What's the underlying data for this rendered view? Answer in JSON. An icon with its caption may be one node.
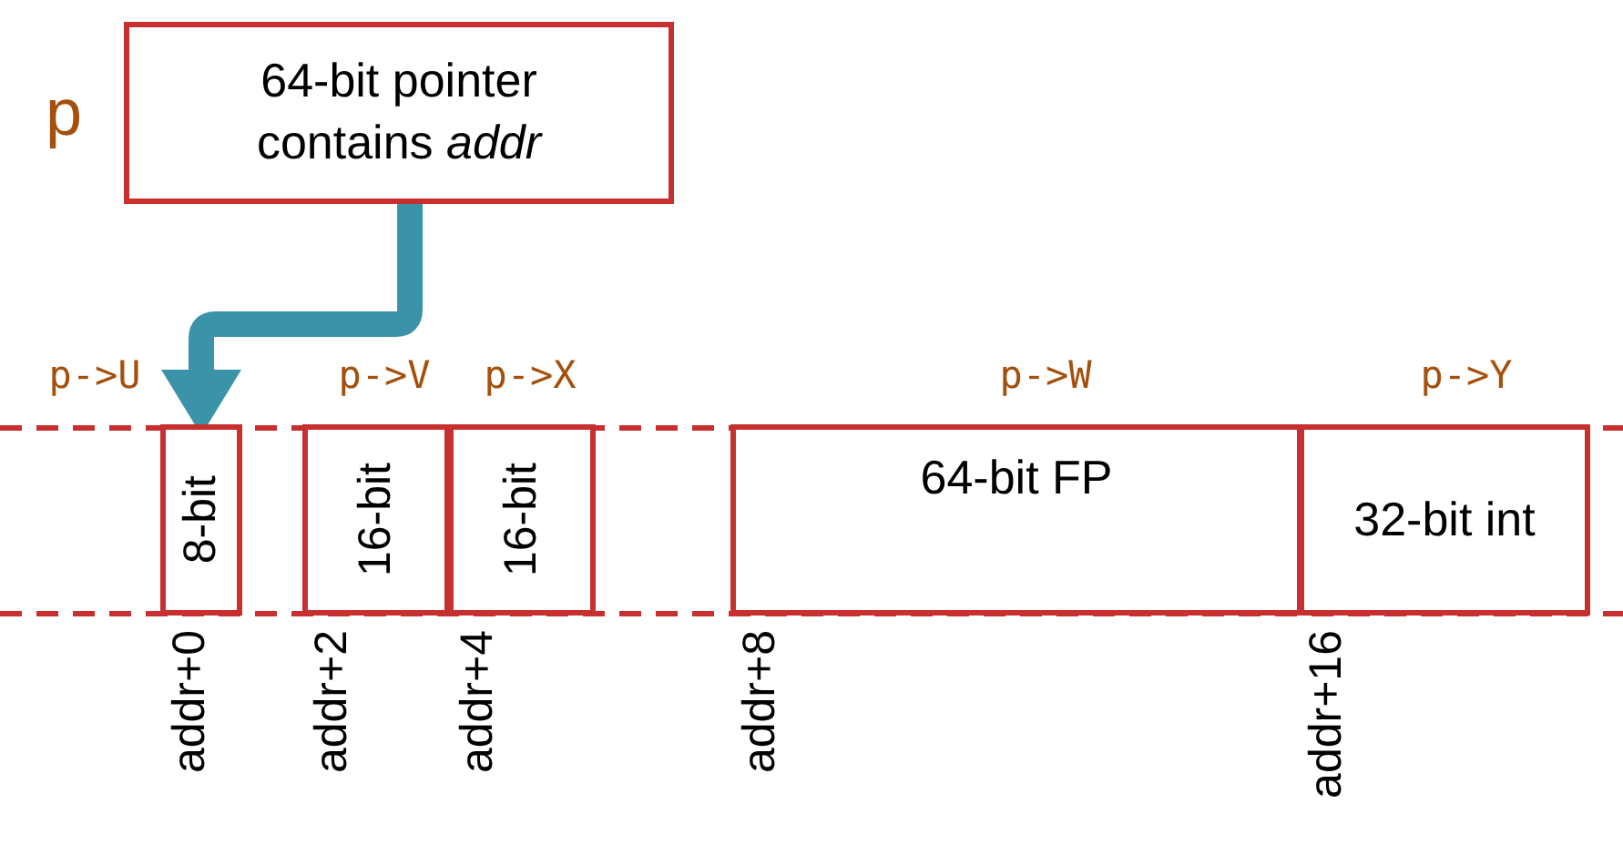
{
  "diagram": {
    "nodes": [
      {
        "text": [
          "64-bit pointer contains *addr*"
        ],
        "beside": [
          "p"
        ]
      },
      {
        "text": [
          "8-bit"
        ],
        "beside": [
          "p->U",
          "addr+0"
        ]
      },
      {
        "text": [
          "16-bit"
        ],
        "beside": [
          "p->V",
          "addr+2"
        ]
      },
      {
        "text": [
          "16-bit"
        ],
        "beside": [
          "p->X",
          "addr+4"
        ]
      },
      {
        "text": [
          "64-bit FP"
        ],
        "beside": [
          "p->W",
          "addr+8"
        ]
      },
      {
        "text": [
          "32-bit int"
        ],
        "beside": [
          "p->Y",
          "addr+16"
        ]
      }
    ],
    "edges": [
      {
        "from": 0,
        "to": 1,
        "arrow": "to"
      }
    ]
  }
}
